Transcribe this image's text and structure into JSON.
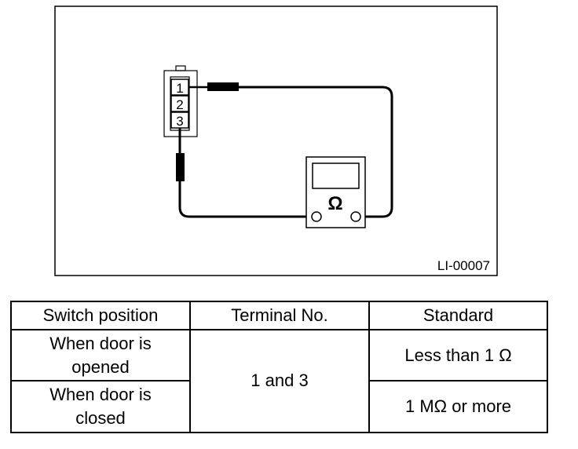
{
  "figure": {
    "connector_pins": [
      "1",
      "2",
      "3"
    ],
    "meter_symbol": "Ω",
    "figure_code": "LI-00007"
  },
  "table": {
    "headers": [
      "Switch position",
      "Terminal No.",
      "Standard"
    ],
    "rows": [
      {
        "switch_position": [
          "When door is",
          "opened"
        ],
        "terminal": "1 and 3",
        "standard": "Less than 1 Ω"
      },
      {
        "switch_position": [
          "When door is",
          "closed"
        ],
        "terminal": "1 and 3",
        "standard": "1 MΩ or more"
      }
    ]
  }
}
